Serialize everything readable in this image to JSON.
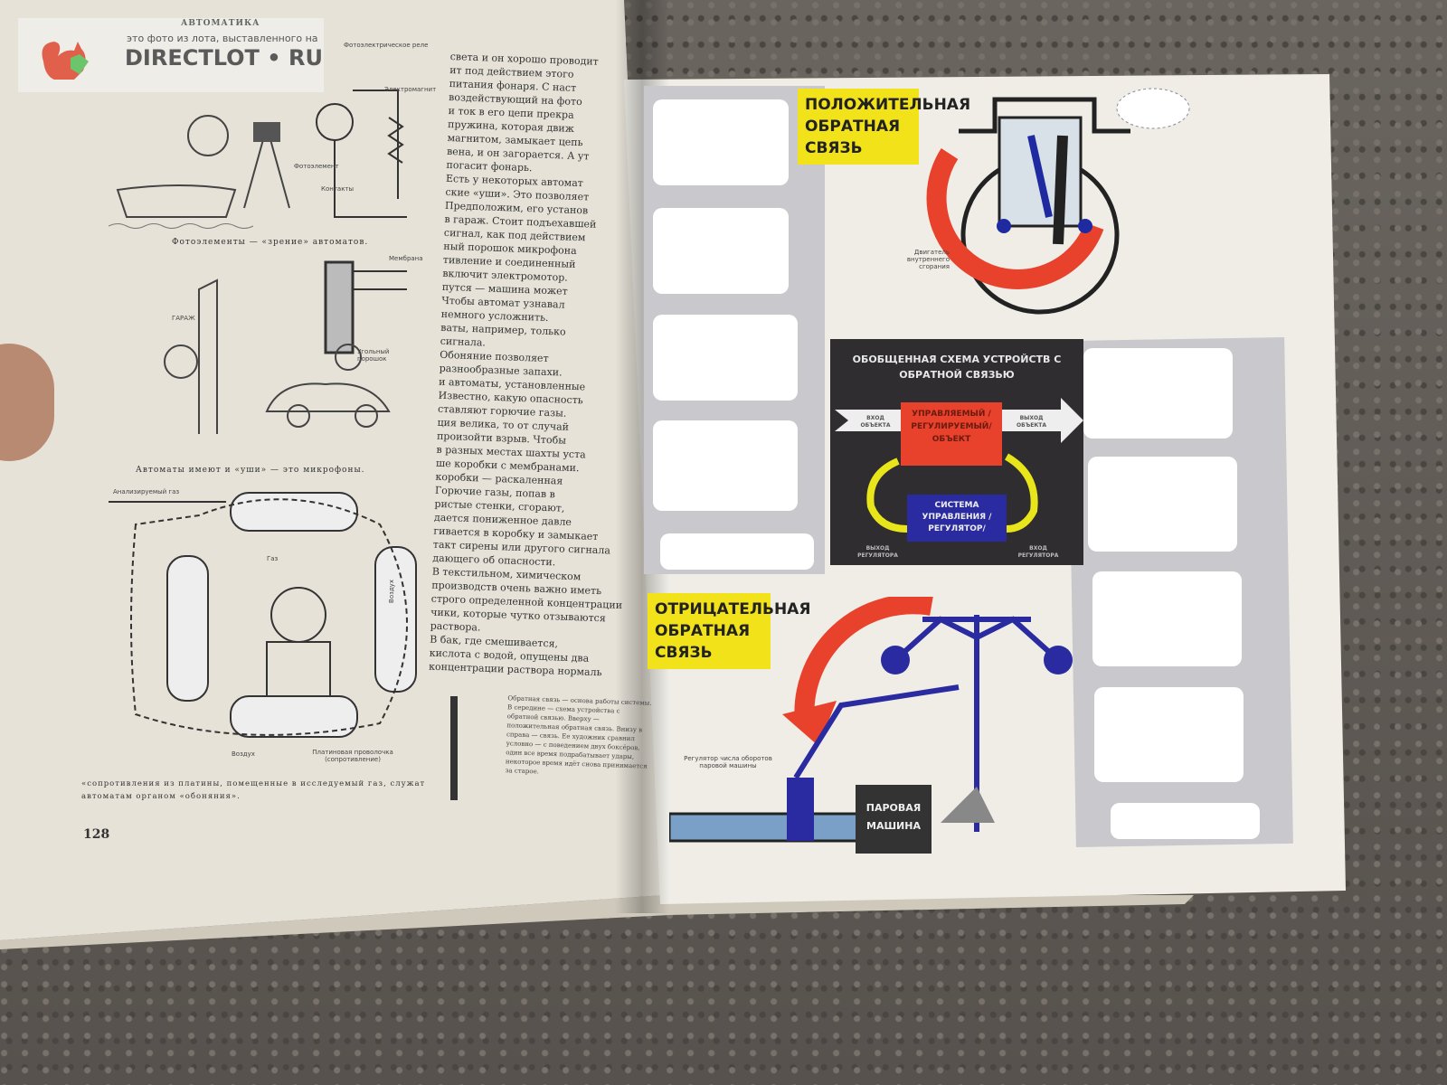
{
  "watermark": {
    "subtitle": "это фото из лота, выставленного на",
    "brand": "DIRECTLOT • RU"
  },
  "left_page": {
    "running_head": "АВТОМАТИКА",
    "page_number": "128",
    "captions": {
      "photo": "Фотоэлементы — «зрение» автоматов.",
      "microphone": "Автоматы имеют и «уши» — это микрофоны.",
      "gas": "«сопротивления из платины, помещенные в исследуемый газ, служат автоматам органом «обоняния»."
    },
    "labels": {
      "photorelay": "Фотоэлектрическое реле",
      "electromagnet": "Электромагнит",
      "photocell": "Фотоэлемент",
      "contacts": "Контакты",
      "garage": "ГАРАЖ",
      "membrane": "Мембрана",
      "carbon": "Угольный порошок",
      "analyzed_gas": "Анализируемый газ",
      "gas": "Газ",
      "air1": "Воздух",
      "air2": "Воздух",
      "platinum": "Платиновая проволочка (сопротивление)"
    },
    "body_lines": [
      "света и он хорошо проводит",
      "ит под действием этого ",
      "питания фонаря. С наст",
      "воздействующий на фото",
      "и ток в его цепи прекра",
      "пружина, которая движ",
      "магнитом, замыкает цепь",
      "вена, и он загорается. А ут",
      "погасит фонарь.",
      "Есть у некоторых автомат",
      "ские «уши». Это позволяет",
      "Предположим, его установ",
      "в гараж. Стоит подъехавшей",
      "сигнал, как под действием",
      "ный порошок микрофона",
      "тивление и соединенный",
      "включит электромотор.",
      "путся — машина может",
      "Чтобы автомат узнавал",
      "немного усложнить.",
      "ваты, например, только",
      "сигнала.",
      "Обоняние позволяет",
      "разнообразные запахи.",
      "и автоматы, установленные",
      "Известно, какую опасность",
      "ставляют горючие газы.",
      "ция велика, то от случай",
      "произойти взрыв. Чтобы",
      "в разных местах шахты уста",
      "ше коробки с мембранами.",
      "коробки — раскаленная",
      "Горючие газы, попав в",
      "ристые стенки, сгорают,",
      "дается пониженное давле",
      "гивается в коробку и замыкает",
      "такт сирены или другого сигнала",
      "дающего об опасности.",
      "В текстильном, химическом",
      "производств очень важно иметь",
      "строго определенной концентрации",
      "чики, которые чутко отзываются",
      "раствора.",
      "В бак, где смешивается,",
      "кислота с водой, опущены два",
      "концентрации раствора нормаль"
    ],
    "sidebar_caption": "Обратная связь — основа работы системы. В середине — схема устройства с обратной связью. Вверху — положительная обратная связь. Внизу в справа — связь. Ее художник сравнил условно — с поведением двух боксёров, один все время подрабатывает удары, некоторое время идёт снова принимается за старое."
  },
  "right_page": {
    "positive_title": "ПОЛОЖИТЕЛЬНАЯ ОБРАТНАЯ СВЯЗЬ",
    "engine_label": "Двигатель внутреннего сгорания",
    "scheme": {
      "title": "ОБОБЩЕННАЯ СХЕМА УСТРОЙСТВ С ОБРАТНОЙ СВЯЗЬЮ",
      "object": "УПРАВЛЯЕМЫЙ /РЕГУЛИРУЕМЫЙ/ ОБЪЕКТ",
      "regulator": "СИСТЕМА УПРАВЛЕНИЯ /РЕГУЛЯТОР/",
      "input_object": "ВХОД ОБЪЕКТА",
      "output_object": "ВЫХОД ОБЪЕКТА",
      "output_regulator": "ВЫХОД РЕГУЛЯТОРА",
      "input_regulator": "ВХОД РЕГУЛЯТОРА"
    },
    "negative_title": "ОТРИЦАТЕЛЬНАЯ ОБРАТНАЯ СВЯЗЬ",
    "governor_label": "Регулятор числа оборотов паровой машины",
    "steam_engine": "ПАРОВАЯ МАШИНА"
  },
  "colors": {
    "red": "#e8412c",
    "yellow": "#f1e21a",
    "blue": "#2a2ba0",
    "dark": "#2f2d30"
  }
}
